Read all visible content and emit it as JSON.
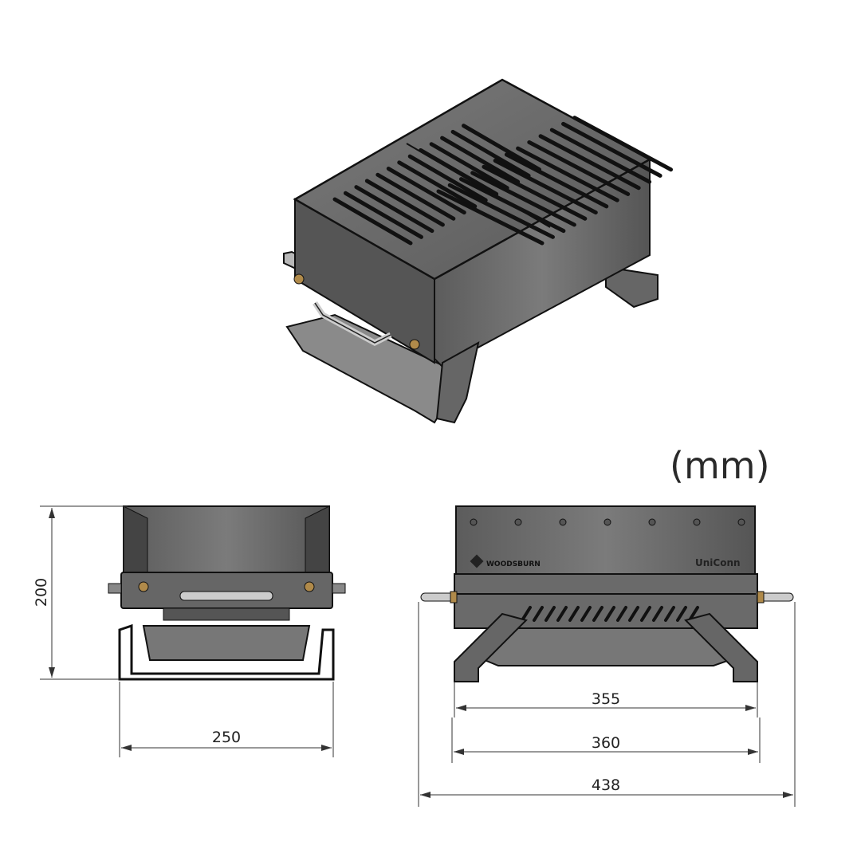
{
  "units_label": "(mm)",
  "dimensions": {
    "height": "200",
    "depth": "250",
    "inner_width": "355",
    "width": "360",
    "overall_width": "438"
  },
  "branding": {
    "logo_left": "WOODSBURN",
    "logo_right": "UniConn"
  },
  "colors": {
    "steel_dark": "#4a4a4a",
    "steel_mid": "#6b6b6b",
    "steel_light": "#8a8a8a",
    "brass": "#b08a4a",
    "handle": "#c8c8c8"
  }
}
